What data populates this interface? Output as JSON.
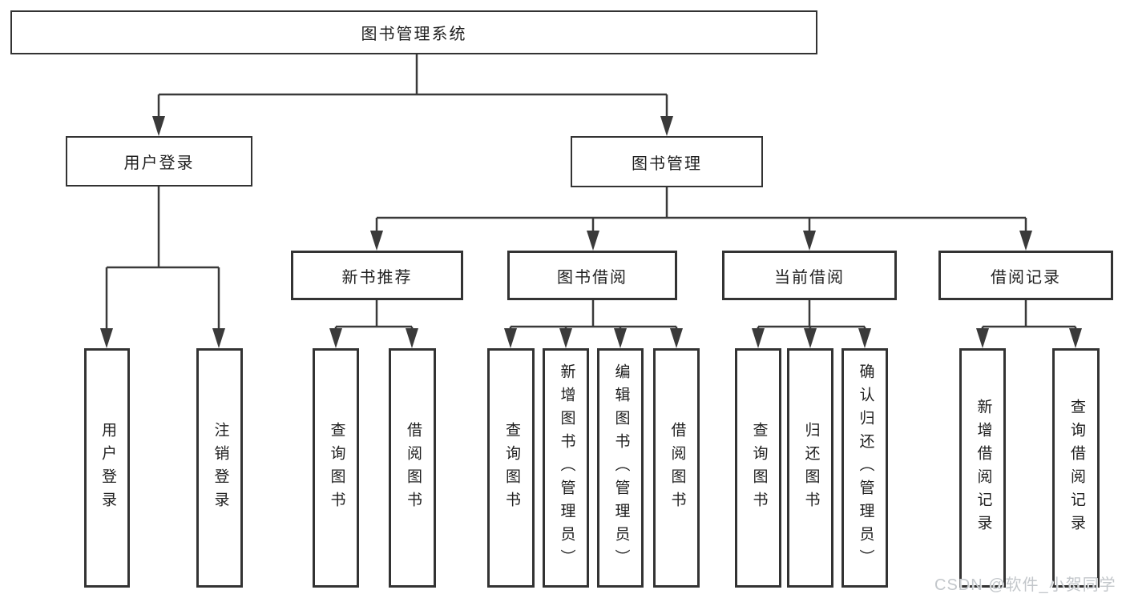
{
  "diagram": {
    "root": {
      "label": "图书管理系统"
    },
    "level2": [
      {
        "id": "user-login",
        "label": "用户登录"
      },
      {
        "id": "book-management",
        "label": "图书管理"
      }
    ],
    "level3": [
      {
        "id": "new-book-recommend",
        "label": "新书推荐"
      },
      {
        "id": "book-borrow",
        "label": "图书借阅"
      },
      {
        "id": "current-borrow",
        "label": "当前借阅"
      },
      {
        "id": "borrow-records",
        "label": "借阅记录"
      }
    ],
    "leaves": [
      {
        "parent": "用户登录",
        "label": "用户登录"
      },
      {
        "parent": "用户登录",
        "label": "注销登录"
      },
      {
        "parent": "新书推荐",
        "label": "查询图书"
      },
      {
        "parent": "新书推荐",
        "label": "借阅图书"
      },
      {
        "parent": "图书借阅",
        "label": "查询图书"
      },
      {
        "parent": "图书借阅",
        "label": "新增图书（管理员）"
      },
      {
        "parent": "图书借阅",
        "label": "编辑图书（管理员）"
      },
      {
        "parent": "图书借阅",
        "label": "借阅图书"
      },
      {
        "parent": "当前借阅",
        "label": "查询图书"
      },
      {
        "parent": "当前借阅",
        "label": "归还图书"
      },
      {
        "parent": "当前借阅",
        "label": "确认归还（管理员）"
      },
      {
        "parent": "借阅记录",
        "label": "新增借阅记录"
      },
      {
        "parent": "借阅记录",
        "label": "查询借阅记录"
      }
    ]
  },
  "watermark": {
    "text": "CSDN @软件_小贺同学"
  },
  "colors": {
    "line": "#3a3a3a",
    "border": "#333333",
    "text": "#1f1f1f",
    "background": "#ffffff",
    "watermark": "#c3c7cb"
  }
}
